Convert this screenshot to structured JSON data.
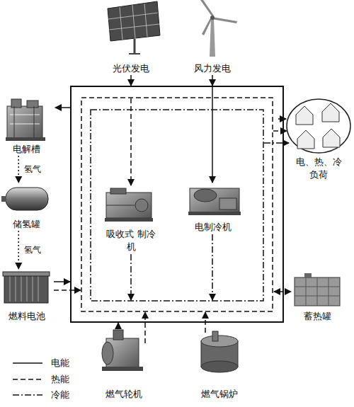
{
  "diagram": {
    "nodes": [
      {
        "text": [
          "光伏发电"
        ]
      },
      {
        "text": [
          "风力发电"
        ]
      },
      {
        "text": [
          "电解槽"
        ]
      },
      {
        "text": [
          "储氢罐"
        ]
      },
      {
        "text": [
          "燃料电池"
        ]
      },
      {
        "text": [
          "吸收式 制冷机"
        ]
      },
      {
        "text": [
          "电制冷机"
        ]
      },
      {
        "text": [
          "电、热、冷 负荷"
        ]
      },
      {
        "text": [
          "蓄热罐"
        ]
      },
      {
        "text": [
          "燃气轮机"
        ]
      },
      {
        "text": [
          "燃气锅炉"
        ]
      }
    ],
    "edges": [
      {
        "from": 2,
        "to": 3,
        "label": "氢气",
        "arrow": "to"
      },
      {
        "from": 3,
        "to": 4,
        "label": "氢气",
        "arrow": "to"
      }
    ],
    "legend": [
      {
        "text": "电能"
      },
      {
        "text": "热能"
      },
      {
        "text": "冷能"
      }
    ]
  }
}
